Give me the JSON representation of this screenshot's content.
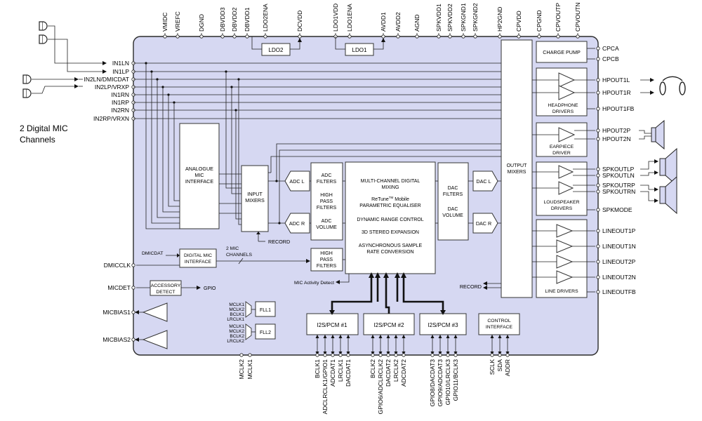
{
  "top_pins": [
    "VMIDC",
    "VREFC",
    "DGND",
    "DBVDD3",
    "DBVDD2",
    "DBVDD1",
    "LDO2ENA",
    "DCVDD",
    "LDO1VDD",
    "LDO1ENA",
    "AVDD1",
    "AVDD2",
    "AGND",
    "SPKVDD1",
    "SPKVDD2",
    "SPKGND1",
    "SPKGND2",
    "HP2GND",
    "CPVDD",
    "CPGND",
    "CPVOUTP",
    "CPVOUTN"
  ],
  "left_inputs": [
    "IN1LN",
    "IN1LP",
    "IN2LN/DMICDAT",
    "IN2LP/VRXP",
    "IN1RN",
    "IN1RP",
    "IN2RN",
    "IN2RP/VRXN"
  ],
  "left_other": {
    "dmicclk": "DMICCLK",
    "micdet": "MICDET",
    "micbias1": "MICBIAS1",
    "micbias2": "MICBIAS2"
  },
  "dmic_caption": [
    "2 Digital MIC",
    "Channels"
  ],
  "blocks": {
    "ldo2": "LDO2",
    "ldo1": "LDO1",
    "analogue_mic": [
      "ANALOGUE",
      "MIC",
      "INTERFACE"
    ],
    "input_mixers": [
      "INPUT",
      "MIXERS"
    ],
    "adc_l": "ADC L",
    "adc_r": "ADC R",
    "adc_filters": [
      "ADC",
      "FILTERS",
      "HIGH",
      "PASS",
      "FILTERS",
      "ADC",
      "VOLUME"
    ],
    "hpf": [
      "HIGH",
      "PASS",
      "FILTERS"
    ],
    "dsp": [
      "MULTI-CHANNEL DIGITAL",
      "MIXING",
      "ReTune",
      "TM",
      "Mobile",
      "PARAMETRIC EQUALISER",
      "DYNAMIC RANGE CONTROL",
      "3D STEREO EXPANSION",
      "ASYNCHRONOUS SAMPLE",
      "RATE CONVERSION"
    ],
    "dac_filters": [
      "DAC",
      "FILTERS",
      "DAC",
      "VOLUME"
    ],
    "dac_l": "DAC L",
    "dac_r": "DAC R",
    "output_mixers": [
      "OUTPUT",
      "MIXERS"
    ],
    "charge_pump": "CHARGE PUMP",
    "headphone_drivers": [
      "HEADPHONE",
      "DRIVERS"
    ],
    "earpiece_driver": [
      "EARPIECE",
      "DRIVER"
    ],
    "loudspeaker_drivers": [
      "LOUDSPEAKER",
      "DRIVERS"
    ],
    "line_drivers": "LINE DRIVERS",
    "dmic_if": [
      "DIGITAL MIC",
      "INTERFACE"
    ],
    "accessory": [
      "ACCESSORY",
      "DETECT"
    ],
    "fll1": "FLL1",
    "fll2": "FLL2",
    "i2s1": "I2S/PCM #1",
    "i2s2": "I2S/PCM #2",
    "i2s3": "I2S/PCM #3",
    "control_if": [
      "CONTROL",
      "INTERFACE"
    ]
  },
  "labels": {
    "record_in": "RECORD",
    "record_out": "RECORD",
    "gpio": "GPIO",
    "dmicdat": "DMICDAT",
    "two_mic_channels": [
      "2 MIC",
      "CHANNELS"
    ],
    "mic_activity": "MIC Activity Detect",
    "fll1_inputs": [
      "MCLK1",
      "MCLK2",
      "BCLK1",
      "LRCLK1"
    ],
    "fll2_inputs": [
      "MCLK1",
      "MCLK2",
      "BCLK2",
      "LRCLK2"
    ]
  },
  "right_pins": [
    "CPCA",
    "CPCB",
    "HPOUT1L",
    "HPOUT1R",
    "HPOUT1FB",
    "HPOUT2P",
    "HPOUT2N",
    "SPKOUTLP",
    "SPKOUTLN",
    "SPKOUTRP",
    "SPKOUTRN",
    "SPKMODE",
    "LINEOUT1P",
    "LINEOUT1N",
    "LINEOUT2P",
    "LINEOUT2N",
    "LINEOUTFB"
  ],
  "bottom_pins": {
    "mclk": [
      "MCLK2",
      "MCLK1"
    ],
    "i2s1": [
      "BCLK1",
      "ADCLRCLK1/GPIO1",
      "ADCDAT1",
      "LRCLK1",
      "DACDAT1"
    ],
    "i2s2": [
      "BCLK2",
      "GPIO6/ADCLRCLK2",
      "DACDAT2",
      "LRCLK2",
      "ADCDAT2"
    ],
    "i2s3": [
      "GPIO8/DACDAT3",
      "GPIO9/ADCDAT3",
      "GPIO10/LRCLK3",
      "GPIO11/BCLK3"
    ],
    "control": [
      "SCLK",
      "SDA",
      "ADDR"
    ]
  }
}
